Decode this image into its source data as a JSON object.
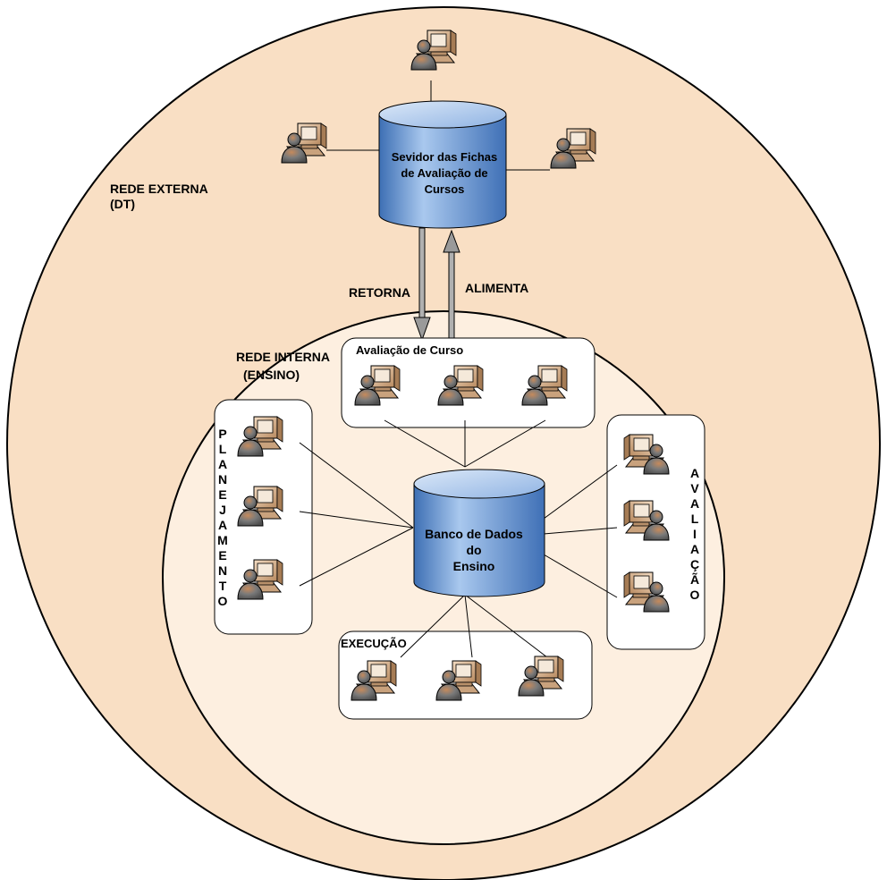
{
  "zones": {
    "external": {
      "label_line1": "REDE EXTERNA",
      "label_line2": "(DT)"
    },
    "internal": {
      "label_line1": "REDE INTERNA",
      "label_line2": "(ENSINO)"
    }
  },
  "server": {
    "line1": "Sevidor das Fichas",
    "line2": "de Avaliação de",
    "line3": "Cursos"
  },
  "database": {
    "line1": "Banco de Dados",
    "line2": "do",
    "line3": "Ensino"
  },
  "arrows": {
    "return_label": "RETORNA",
    "feed_label": "ALIMENTA"
  },
  "groups": {
    "avaliacao_curso": {
      "title": "Avaliação de Curso",
      "workstations": 3
    },
    "planejamento": {
      "title": "PLANEJAMENTO",
      "workstations": 3
    },
    "avaliacao": {
      "title": "AVALIAÇÃO",
      "workstations": 3
    },
    "execucao": {
      "title": "EXECUÇÃO",
      "workstations": 3
    }
  },
  "external_users": {
    "count": 3
  },
  "colors": {
    "outer_circle": "#f9dfc4",
    "inner_circle": "#fdefe0",
    "cylinder": "#5d8fd1",
    "monitor": "#d6b08c",
    "person": "#8a8a8a"
  },
  "icons": [
    "workstation-icon",
    "database-cylinder-icon",
    "server-cylinder-icon"
  ]
}
